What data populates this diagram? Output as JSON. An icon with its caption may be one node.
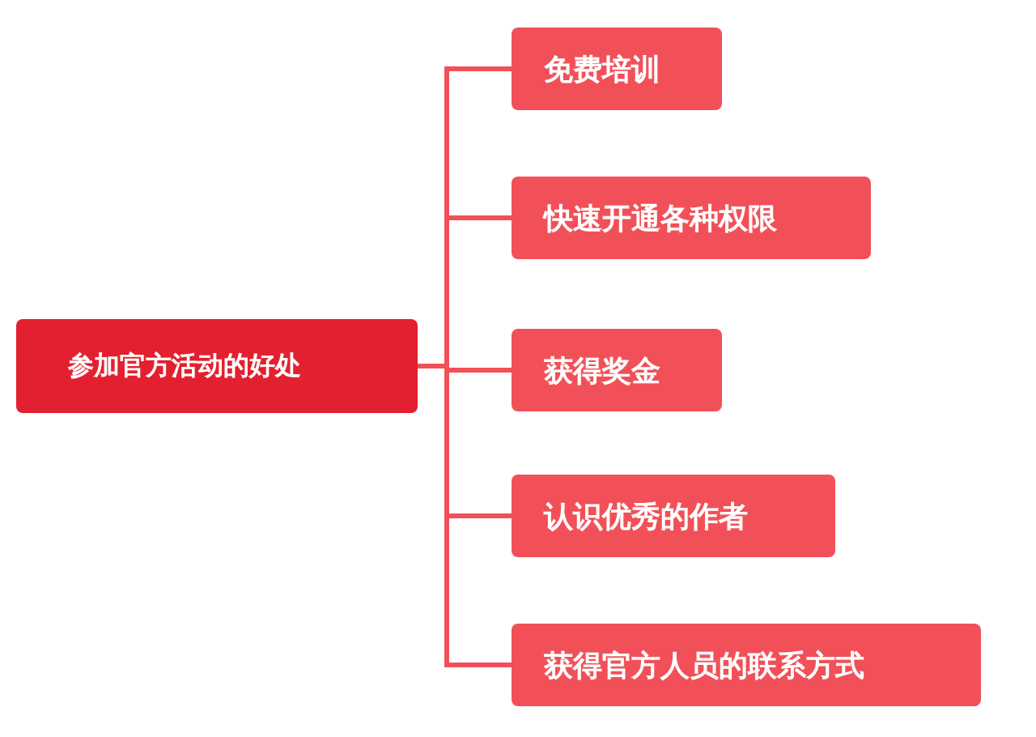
{
  "diagram": {
    "nodes": [
      {
        "text": [
          "参加官方活动的好处"
        ]
      },
      {
        "text": [
          "免费培训"
        ]
      },
      {
        "text": [
          "快速开通各种权限"
        ]
      },
      {
        "text": [
          "获得奖金"
        ]
      },
      {
        "text": [
          "认识优秀的作者"
        ]
      },
      {
        "text": [
          "获得官方人员的联系方式"
        ]
      }
    ],
    "edges": [
      {
        "from": 0,
        "to": 1,
        "arrow": "none"
      },
      {
        "from": 0,
        "to": 2,
        "arrow": "none"
      },
      {
        "from": 0,
        "to": 3,
        "arrow": "none"
      },
      {
        "from": 0,
        "to": 4,
        "arrow": "none"
      },
      {
        "from": 0,
        "to": 5,
        "arrow": "none"
      }
    ]
  }
}
